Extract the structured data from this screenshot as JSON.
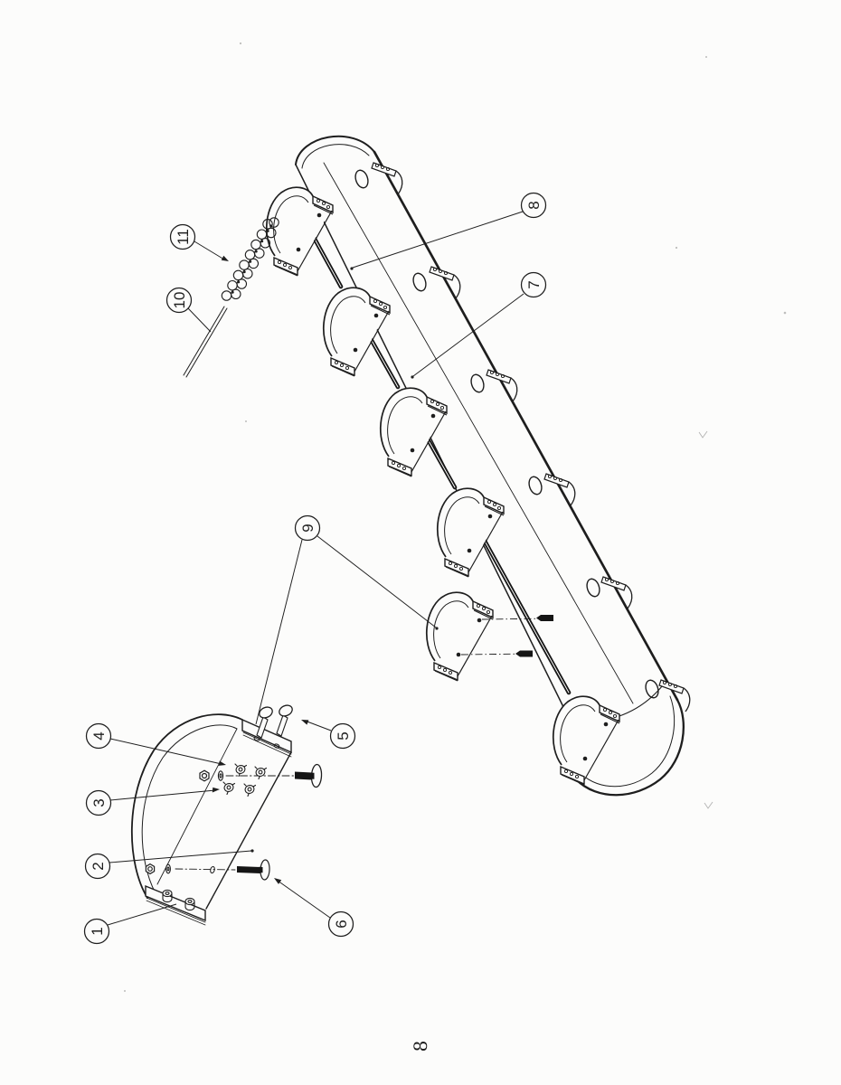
{
  "page": {
    "number": "8"
  },
  "figure": {
    "type": "exploded-parts-diagram",
    "callouts": [
      {
        "label": "1"
      },
      {
        "label": "2"
      },
      {
        "label": "3"
      },
      {
        "label": "4"
      },
      {
        "label": "5"
      },
      {
        "label": "6"
      },
      {
        "label": "7"
      },
      {
        "label": "8"
      },
      {
        "label": "9"
      },
      {
        "label": "10"
      },
      {
        "label": "11"
      }
    ]
  },
  "colors": {
    "ink": "#1e1e1e",
    "paper": "#fcfcfb"
  }
}
